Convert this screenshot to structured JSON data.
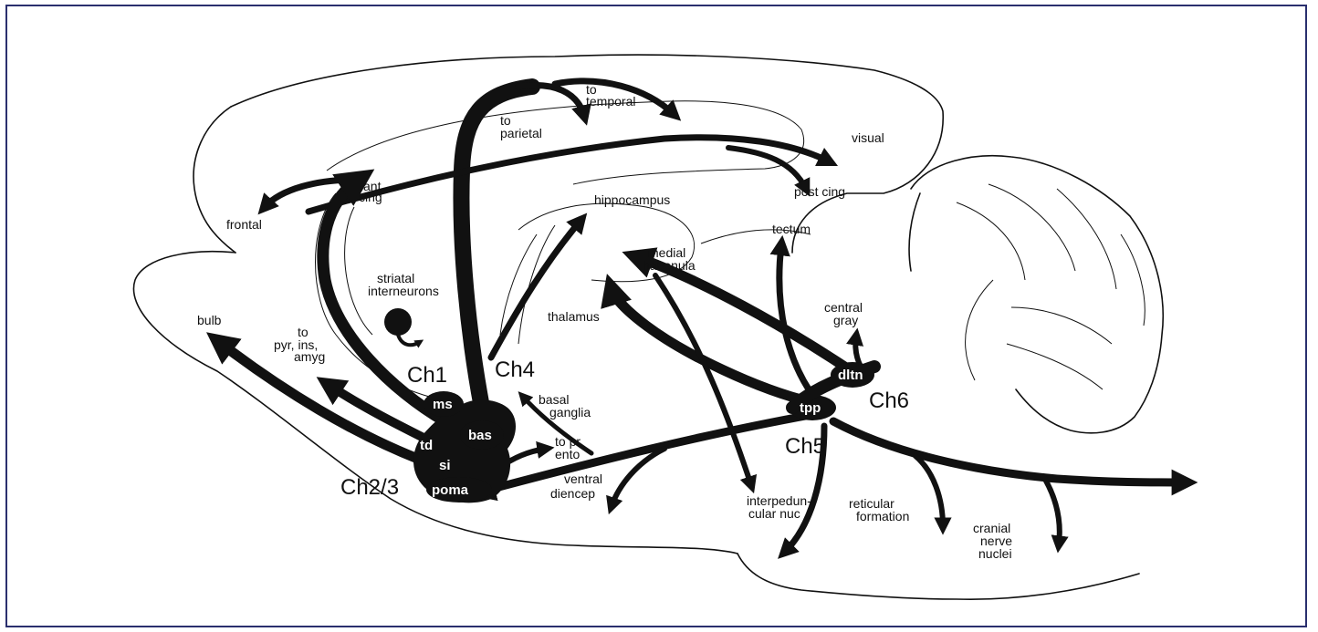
{
  "labels": {
    "to_parietal": [
      "to",
      "parietal"
    ],
    "to_temporal": [
      "to",
      "temporal"
    ],
    "visual": "visual",
    "ant_cing": [
      "ant",
      "cing"
    ],
    "frontal": "frontal",
    "hippocampus": "hippocampus",
    "post_cing": "post cing",
    "tectum": "tectum",
    "medial_habenula": [
      "medial",
      "habenula"
    ],
    "striatal_interneurons": [
      "striatal",
      "interneurons"
    ],
    "bulb": "bulb",
    "to_pyr_ins_amyg": [
      "to",
      "pyr, ins,",
      "amyg"
    ],
    "thalamus": "thalamus",
    "central_gray": [
      "central",
      "gray"
    ],
    "basal_ganglia": [
      "basal",
      "ganglia"
    ],
    "to_pr_ento": [
      "to pr,",
      "ento"
    ],
    "ventral_diencep": [
      "ventral",
      "diencep"
    ],
    "interpeduncular_nuc": [
      "interpedun-",
      "cular nuc"
    ],
    "reticular_formation": [
      "reticular",
      "formation"
    ],
    "cranial_nerve_nuclei": [
      "cranial",
      "nerve",
      "nuclei"
    ]
  },
  "groups": {
    "ch1": "Ch1",
    "ch4": "Ch4",
    "ch6": "Ch6",
    "ch5": "Ch5",
    "ch23": "Ch2/3"
  },
  "nuclei": {
    "ms": "ms",
    "td": "td",
    "bas": "bas",
    "si": "si",
    "poma": "poma",
    "tpp": "tpp",
    "dltn": "dltn"
  },
  "colors": {
    "frame": "#2a2f6e",
    "ink": "#111111",
    "nucleus_text": "#ffffff"
  }
}
